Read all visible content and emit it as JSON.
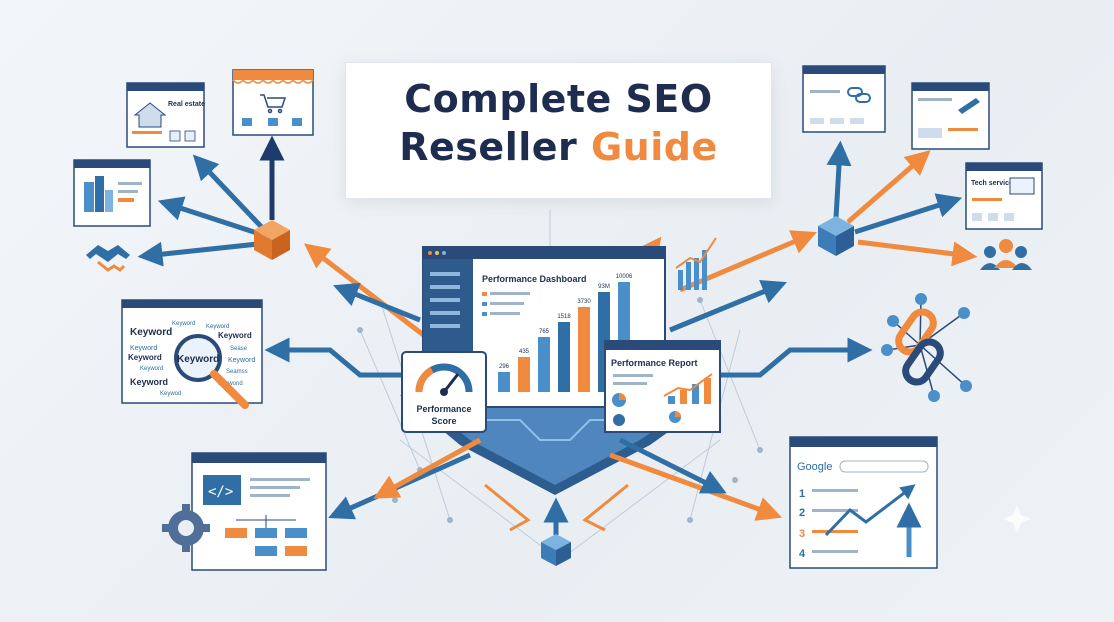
{
  "title": {
    "line1": "Complete SEO",
    "line2_prefix": "Reseller ",
    "line2_accent": "Guide"
  },
  "cards": {
    "real_estate": "Real estate",
    "tech_service": "Tech service",
    "keyword_words": [
      "Keyword",
      "Keyword",
      "Keyword",
      "Keyword",
      "Keyword",
      "Keyword",
      "Keyword",
      "Keyword",
      "Keyword",
      "Keywod",
      "Sease",
      "Seamss",
      "Keywond"
    ],
    "keyword_center": "Keyword"
  },
  "dashboard": {
    "title": "Performance Dashboard",
    "bar_labels": [
      "296",
      "435",
      "765",
      "1518",
      "3730",
      "93M",
      "10006"
    ],
    "bar_values": [
      20,
      35,
      55,
      70,
      85,
      100,
      110
    ]
  },
  "score": {
    "label_line1": "Performance",
    "label_line2": "Score"
  },
  "report": {
    "title": "Performance Report",
    "bar_values": [
      8,
      14,
      20,
      26
    ]
  },
  "google": {
    "brand": "Google",
    "ranks": [
      "1",
      "2",
      "3",
      "4"
    ]
  },
  "colors": {
    "navy": "#1e2d4f",
    "blue": "#2f6fa5",
    "light_blue": "#4a8fc9",
    "orange": "#ef8a3f",
    "frame": "#2a4a7a"
  },
  "icons": [
    "house-icon",
    "cart-icon",
    "handshake-icon",
    "chain-link-icon",
    "wrench-icon",
    "users-icon",
    "magnifier-icon",
    "gear-icon",
    "code-icon",
    "gauge-icon",
    "cube-icon",
    "sparkle-icon"
  ]
}
